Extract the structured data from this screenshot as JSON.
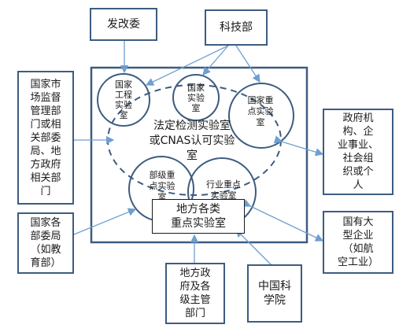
{
  "nodes": {
    "fagaiwei": "发改委",
    "kejibu": "科技部",
    "market_regulator": "国家市\n场监督\n管理部\n门或相\n关部委\n局、地\n方政府\n相关部\n门",
    "ministries": "国家各\n部委局\n（如教\n育部）",
    "gov_orgs": "政府机\n构、企\n业事业、\n社会组\n织或个\n人",
    "soe": "国有大\n型企业\n（如航\n空工业）",
    "local_gov": "地方政\n府及各\n级主管\n部门",
    "cas": "中国科\n学院"
  },
  "circles": {
    "national_eng_lab": "国家\n工程\n实验\n室",
    "national_lab": "国家\n实验\n室",
    "national_key_lab": "国家重\n点实验\n室",
    "ministry_key_lab": "部级重\n点实验\n室",
    "industry_key_lab": "行业重点\n实验室"
  },
  "center_text": "法定检测实验室\n或CNAS认可实验\n室",
  "local_key_lab": "地方各类\n重点实验室",
  "colors": {
    "line": "#3d5c80",
    "arrow": "#6f9fd0"
  }
}
